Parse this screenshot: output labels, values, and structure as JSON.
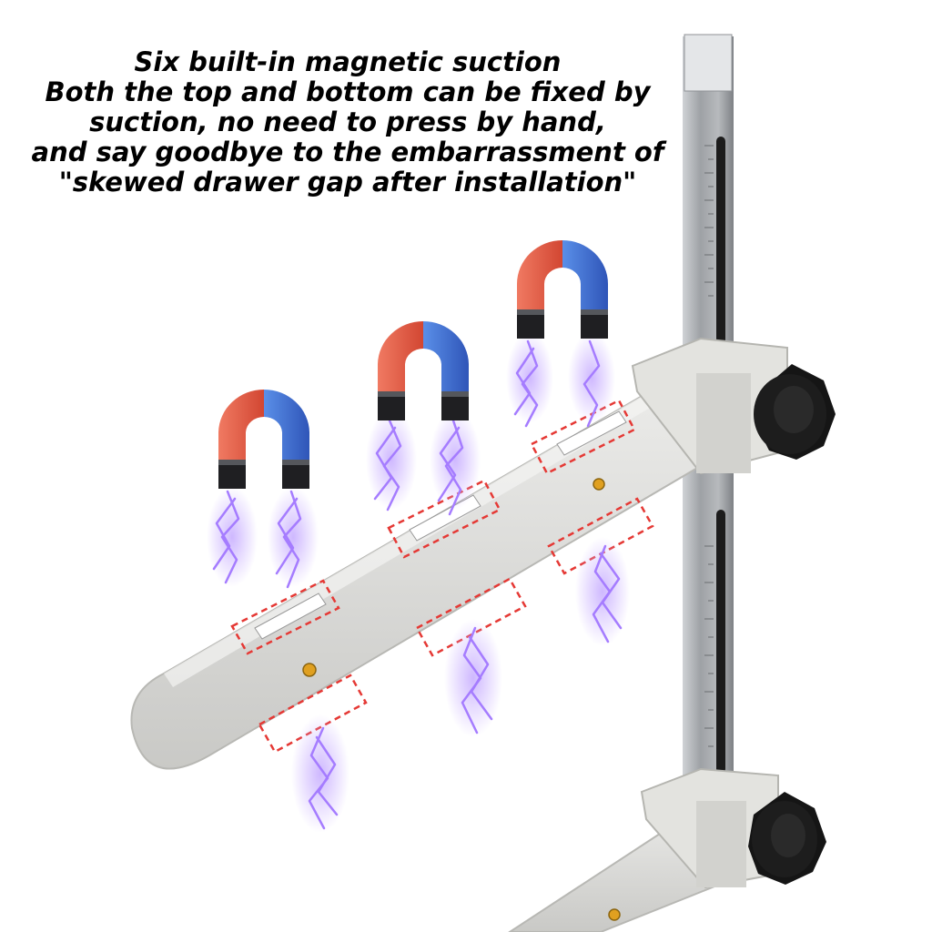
{
  "caption": {
    "lines": [
      "Six built-in magnetic suction",
      "Both the top and bottom can be fixed by",
      "suction, no need to press by hand,",
      "and say goodbye to the embarrassment of",
      "\"skewed drawer gap after installation\""
    ]
  },
  "colors": {
    "magnet_red": "#e0523f",
    "magnet_blue": "#3f6fd6",
    "magnet_tip": "#1f1f22",
    "lightning": "#9a6bff",
    "bar_gray": "#d9d9d6",
    "marker_red": "#e53935",
    "steel": "#9ea1a5",
    "knob": "#1a1a1a"
  },
  "icons": {
    "magnet": "horseshoe-magnet-icon",
    "lightning": "lightning-icon",
    "knob": "star-knob-icon"
  },
  "counts": {
    "magnets": 3,
    "magnet_positions": 6
  }
}
